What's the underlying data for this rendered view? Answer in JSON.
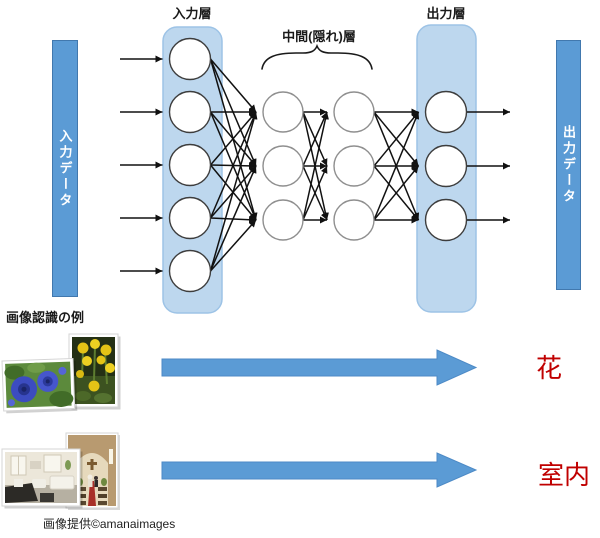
{
  "network": {
    "input_bar_label": "入力データ",
    "output_bar_label": "出力データ",
    "input_layer": {
      "label": "入力層",
      "nodes": 5
    },
    "hidden_layer": {
      "label": "中間(隠れ)層",
      "layers": 2,
      "nodes_per_layer": 3
    },
    "output_layer": {
      "label": "出力層",
      "nodes": 3
    }
  },
  "example": {
    "heading": "画像認識の例",
    "rows": [
      {
        "result_label": "花"
      },
      {
        "result_label": "室内"
      }
    ],
    "credit": "画像提供©amanaimages"
  },
  "colors": {
    "bar_blue": "#5B9BD5",
    "layer_fill": "#BDD7EE",
    "layer_border": "#9DC3E6",
    "arrow_blue": "#5B9BD5",
    "result_red": "#C00000",
    "line_black": "#111111"
  }
}
